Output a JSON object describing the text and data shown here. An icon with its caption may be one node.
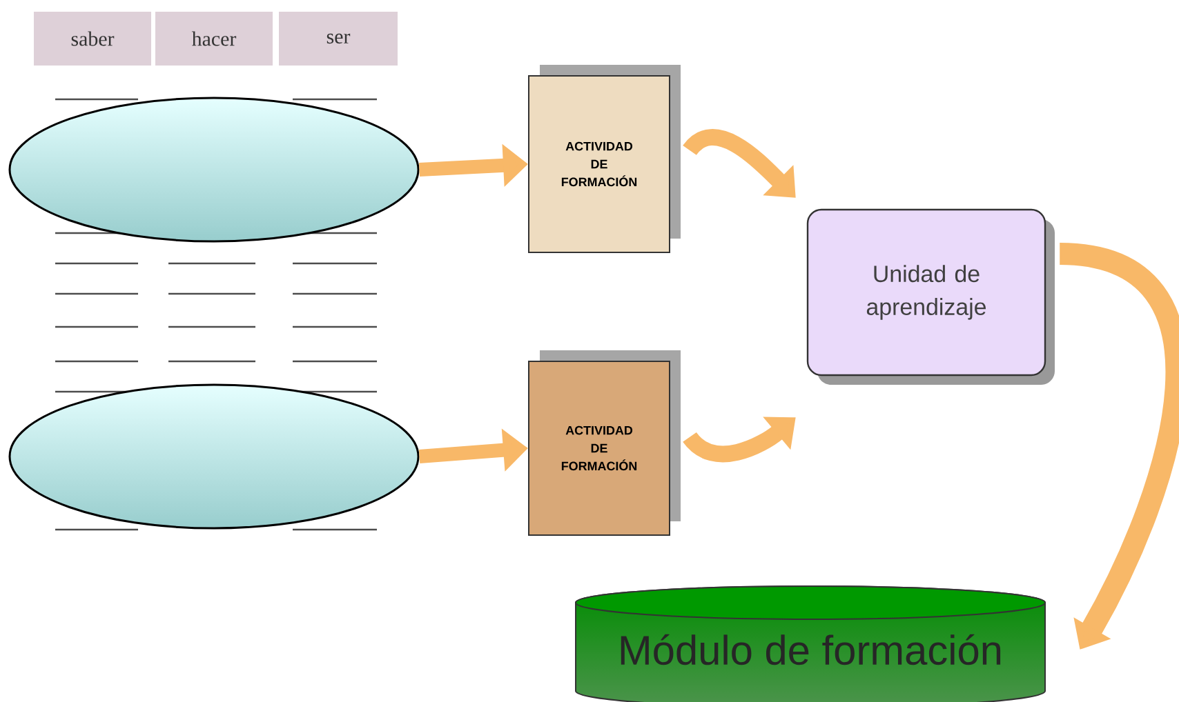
{
  "diagram": {
    "nodes": [
      {
        "text": [
          "saber"
        ]
      },
      {
        "text": [
          "hacer"
        ]
      },
      {
        "text": [
          "ser"
        ]
      },
      {
        "text": [],
        "shape": "ellipse"
      },
      {
        "text": [],
        "shape": "ellipse"
      },
      {
        "text": [
          "ACTIVIDAD DE FORMACIÓN"
        ]
      },
      {
        "text": [
          "ACTIVIDAD DE FORMACIÓN"
        ]
      },
      {
        "text": [
          "Unidad de aprendizaje"
        ]
      },
      {
        "text": [
          "Módulo de formación"
        ]
      }
    ],
    "edges": [
      {
        "from": 3,
        "to": 5,
        "arrow": "to"
      },
      {
        "from": 4,
        "to": 6,
        "arrow": "to"
      },
      {
        "from": 5,
        "to": 7,
        "arrow": "to"
      },
      {
        "from": 6,
        "to": 7,
        "arrow": "to"
      },
      {
        "from": 7,
        "to": 8,
        "arrow": "to"
      }
    ]
  }
}
